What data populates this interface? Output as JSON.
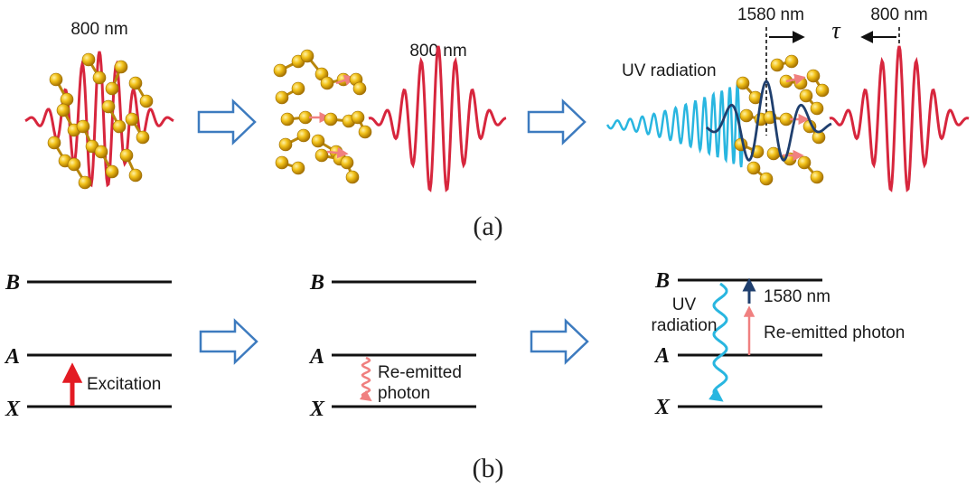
{
  "panel_a": {
    "stage1": {
      "wavelength": "800 nm"
    },
    "stage2": {
      "wavelength": "800 nm"
    },
    "stage3": {
      "uv_label": "UV radiation",
      "probe_wavelength": "1580 nm",
      "pump_wavelength": "800 nm",
      "delay_symbol": "τ"
    },
    "caption": "(a)"
  },
  "panel_b": {
    "levels": [
      "B",
      "A",
      "X"
    ],
    "stage1": {
      "arrow_label": "Excitation"
    },
    "stage2": {
      "label_line1": "Re-emitted",
      "label_line2": "photon"
    },
    "stage3": {
      "uv_line1": "UV",
      "uv_line2": "radiation",
      "probe_label": "1580 nm",
      "reemit_label": "Re-emitted photon"
    },
    "caption": "(b)"
  },
  "colors": {
    "pump_pulse": "#d7263d",
    "uv_pulse": "#29b6e0",
    "probe_pulse": "#1f3f6e",
    "molecule": "#e0a400",
    "process_arrow": "#3d7bbf",
    "excitation_arrow": "#e31b23",
    "reemit_arrow": "#f08080",
    "level_line": "#111111"
  }
}
